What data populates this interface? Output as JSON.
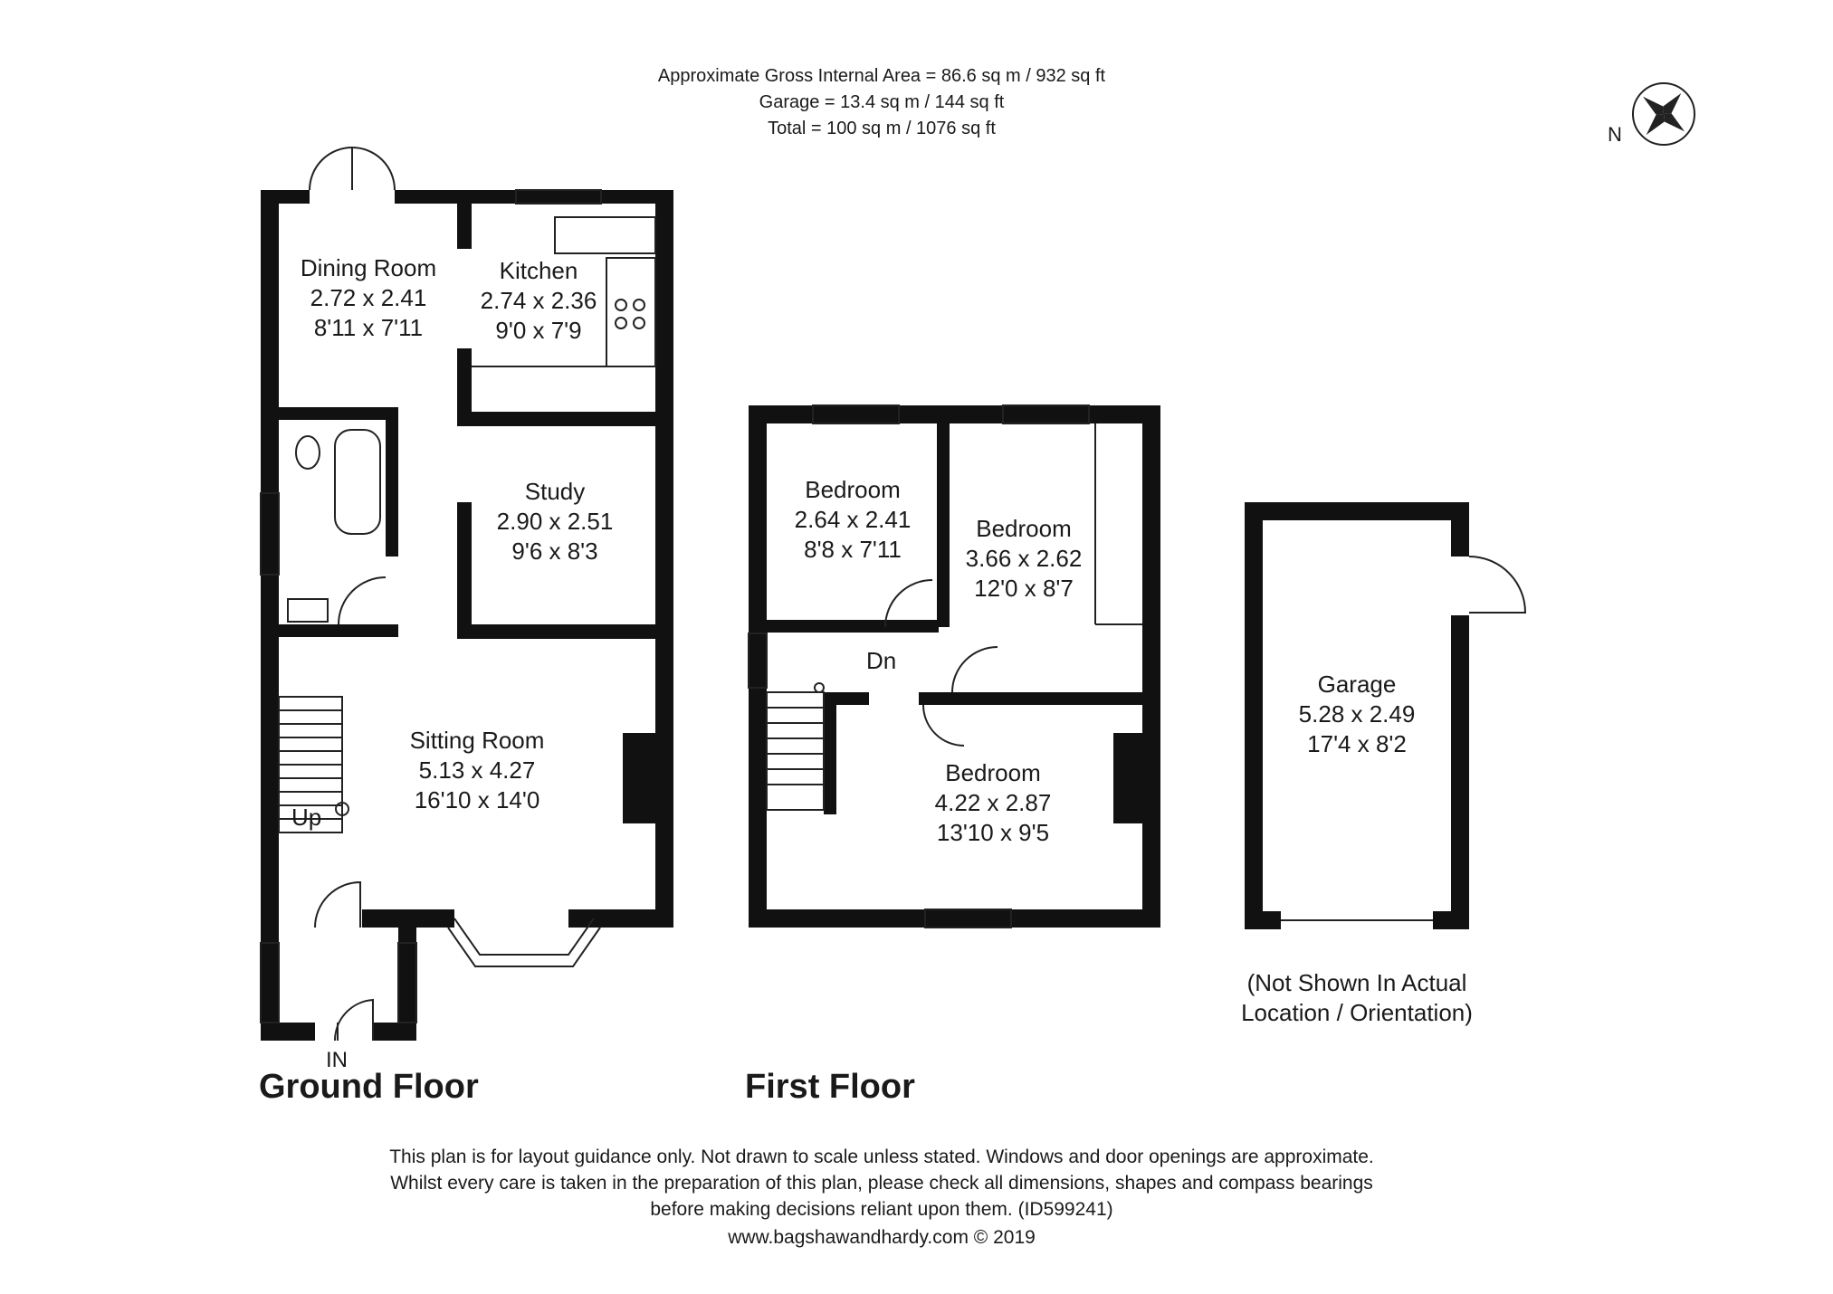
{
  "header": {
    "line1": "Approximate Gross Internal Area = 86.6 sq m / 932 sq ft",
    "line2": "Garage = 13.4 sq m / 144 sq ft",
    "line3": "Total = 100 sq m / 1076 sq ft"
  },
  "compass": {
    "label": "N"
  },
  "rooms": {
    "dining": {
      "name": "Dining Room",
      "metric": "2.72 x 2.41",
      "imperial": "8'11 x 7'11"
    },
    "kitchen": {
      "name": "Kitchen",
      "metric": "2.74 x 2.36",
      "imperial": "9'0 x 7'9"
    },
    "study": {
      "name": "Study",
      "metric": "2.90 x 2.51",
      "imperial": "9'6 x 8'3"
    },
    "sitting": {
      "name": "Sitting Room",
      "metric": "5.13 x 4.27",
      "imperial": "16'10 x 14'0"
    },
    "bedroom1": {
      "name": "Bedroom",
      "metric": "2.64 x 2.41",
      "imperial": "8'8 x 7'11"
    },
    "bedroom2": {
      "name": "Bedroom",
      "metric": "3.66 x 2.62",
      "imperial": "12'0 x 8'7"
    },
    "bedroom3": {
      "name": "Bedroom",
      "metric": "4.22 x 2.87",
      "imperial": "13'10 x 9'5"
    },
    "garage": {
      "name": "Garage",
      "metric": "5.28 x 2.49",
      "imperial": "17'4 x 8'2"
    }
  },
  "markers": {
    "up": "Up",
    "dn": "Dn",
    "in": "IN"
  },
  "garage_note": {
    "line1": "(Not Shown In Actual",
    "line2": "Location / Orientation)"
  },
  "floors": {
    "ground": "Ground Floor",
    "first": "First Floor"
  },
  "footer": {
    "line1": "This plan is for layout guidance only. Not drawn to scale unless stated. Windows and door openings are approximate.",
    "line2": "Whilst every care is taken in the preparation of this plan, please check all dimensions, shapes and compass bearings",
    "line3": "before making decisions reliant upon them. (ID599241)",
    "line4": "www.bagshawandhardy.com © 2019"
  }
}
